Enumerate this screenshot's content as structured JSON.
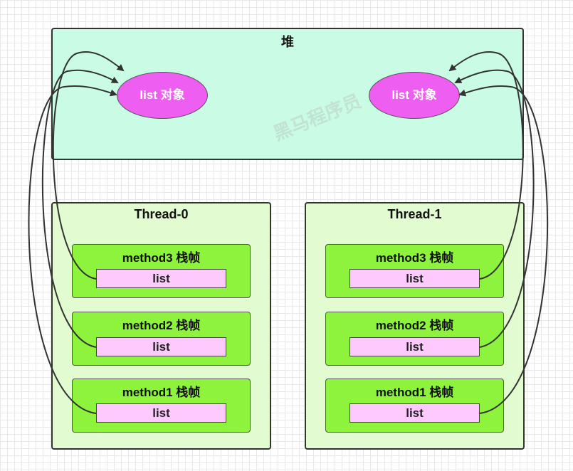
{
  "heap": {
    "title": "堆"
  },
  "objects": {
    "left": "list 对象",
    "right": "list 对象"
  },
  "threads": [
    {
      "name": "Thread-0",
      "frames": [
        {
          "title": "method3 栈帧",
          "var": "list"
        },
        {
          "title": "method2 栈帧",
          "var": "list"
        },
        {
          "title": "method1 栈帧",
          "var": "list"
        }
      ]
    },
    {
      "name": "Thread-1",
      "frames": [
        {
          "title": "method3 栈帧",
          "var": "list"
        },
        {
          "title": "method2 栈帧",
          "var": "list"
        },
        {
          "title": "method1 栈帧",
          "var": "list"
        }
      ]
    }
  ],
  "watermark": "黑马程序员",
  "colors": {
    "heap": "#c9fbe5",
    "thread": "#e3fbd0",
    "frame": "#8df33c",
    "var": "#fec9fd",
    "object": "#ee5ef0"
  }
}
